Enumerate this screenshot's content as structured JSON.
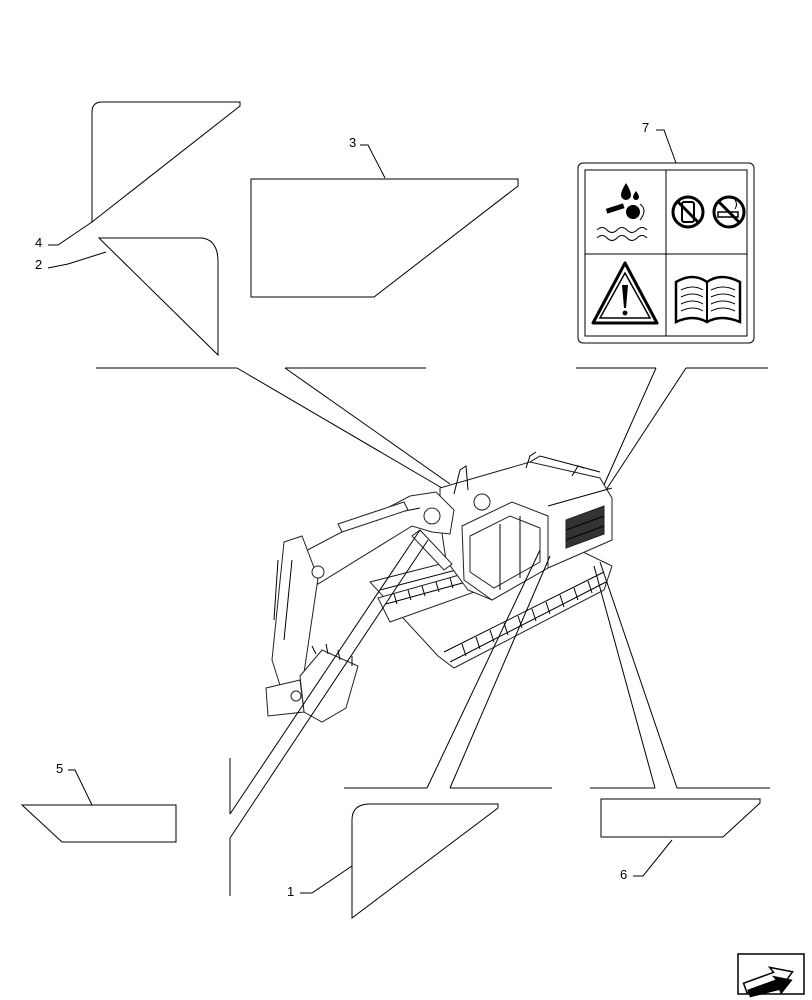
{
  "callouts": {
    "item_1": "1",
    "item_2": "2",
    "item_3": "3",
    "item_4": "4",
    "item_5": "5",
    "item_6": "6",
    "item_7": "7"
  },
  "safety_decal": {
    "icons": [
      "fluid-hazard-icon",
      "no-phone-icon",
      "no-smoking-icon",
      "warning-triangle-icon",
      "manual-book-icon"
    ]
  },
  "machine": "excavator",
  "nav_icon": "next-page-arrow-icon"
}
